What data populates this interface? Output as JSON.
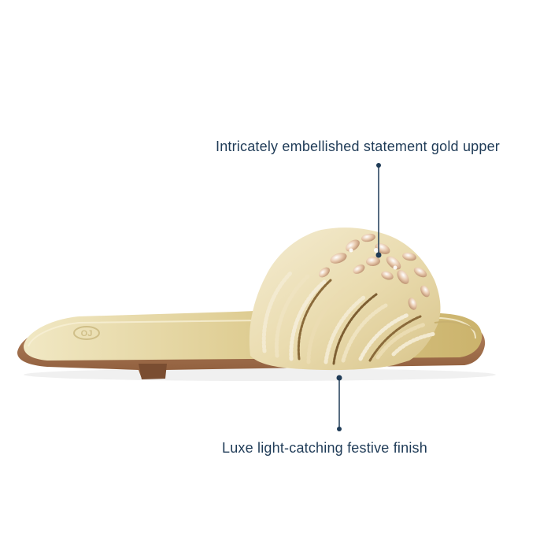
{
  "callouts": {
    "upper": {
      "text": "Intricately embellished statement gold upper"
    },
    "finish": {
      "text": "Luxe light-catching festive finish"
    }
  },
  "product": {
    "insole_logo": "OJ",
    "colors": {
      "background": "#ffffff",
      "text": "#1f3b57",
      "leader_line": "#1f3b57",
      "gold_leather": "#dcc98e",
      "sole": "#a8744f",
      "pearl_beads": "#efe6c7",
      "bronze_beads": "#8a6a3a",
      "crystal": "#d9b79a"
    }
  }
}
